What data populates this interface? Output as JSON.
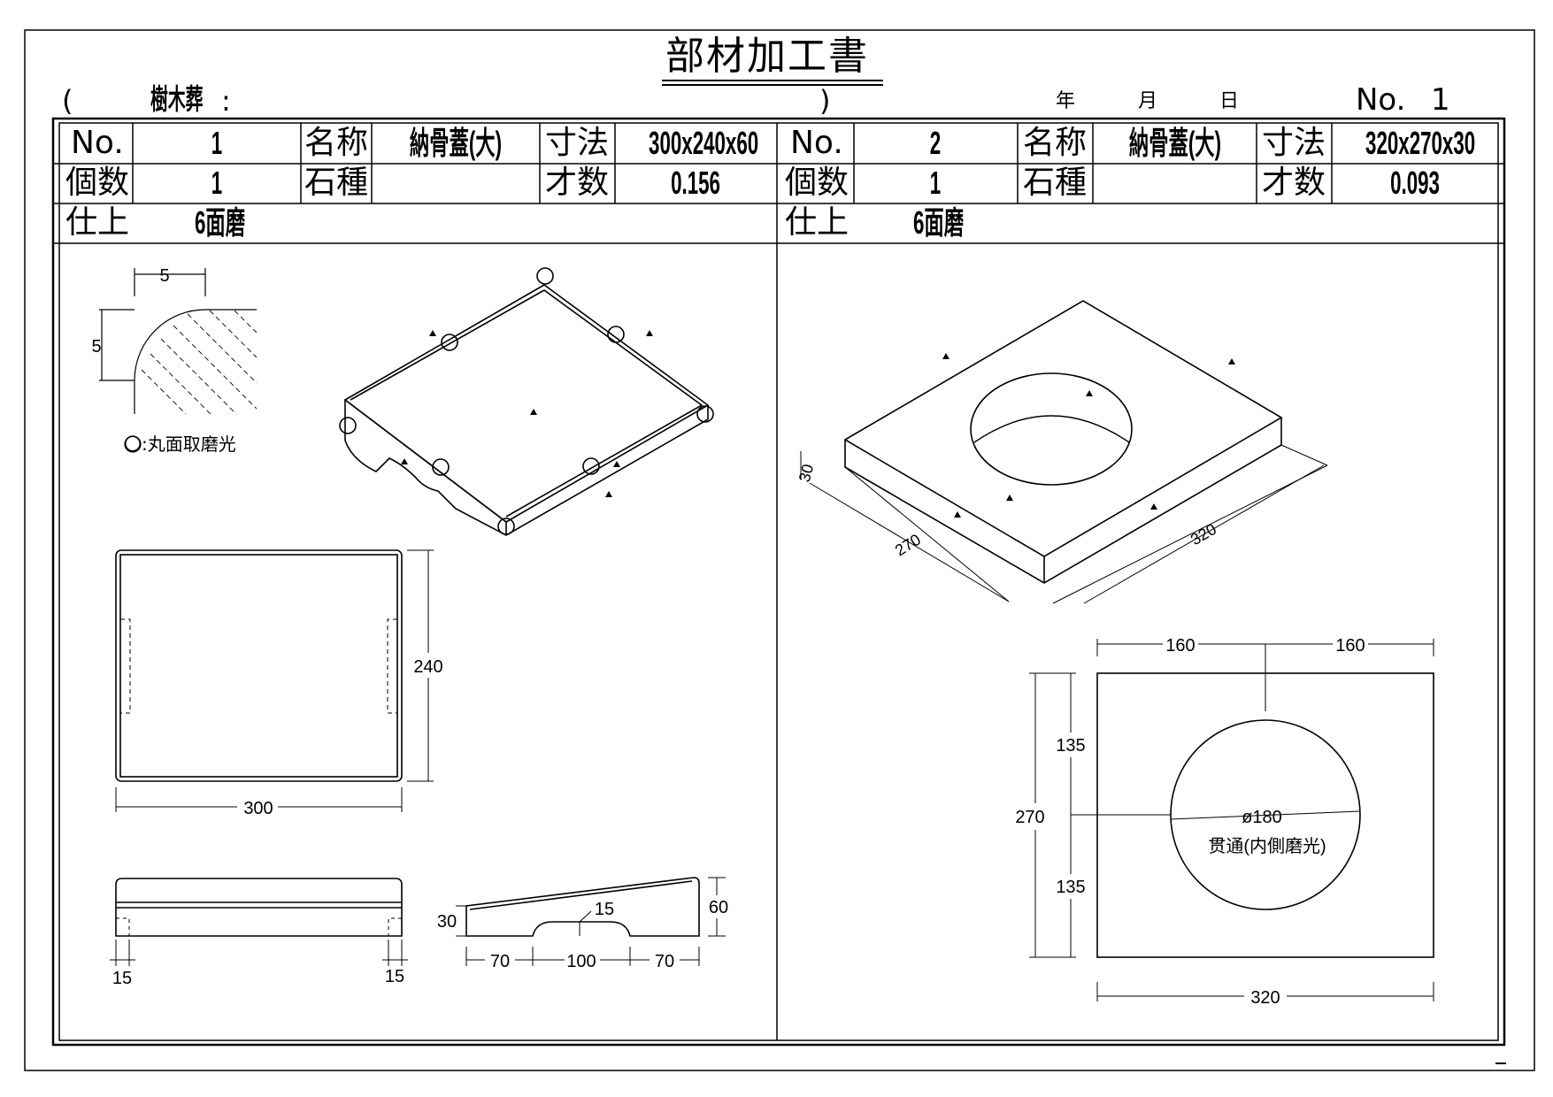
{
  "header": {
    "title": "部材加工書",
    "open_paren": "(",
    "client": "樹木葬",
    "colon": ":",
    "close_paren": ")",
    "year_label": "年",
    "month_label": "月",
    "day_label": "日",
    "sheet_no_label": "No.",
    "sheet_no": "1"
  },
  "labels": {
    "no": "No.",
    "name": "名称",
    "size": "寸法",
    "count": "個数",
    "stone": "石種",
    "volume": "才数",
    "finish": "仕上"
  },
  "parts": [
    {
      "no": "1",
      "name": "納骨蓋(大)",
      "size": "300x240x60",
      "count": "1",
      "stone": "",
      "volume": "0.156",
      "finish": "6面磨"
    },
    {
      "no": "2",
      "name": "納骨蓋(大)",
      "size": "320x270x30",
      "count": "1",
      "stone": "",
      "volume": "0.093",
      "finish": "6面磨"
    }
  ],
  "drawing1": {
    "detail_dim_h": "5",
    "detail_dim_v": "5",
    "legend": "〇:丸面取磨光",
    "plan_width": "300",
    "plan_depth": "240",
    "front_left": "15",
    "front_right": "15",
    "side_height_low": "30",
    "side_height_high": "60",
    "notch_radius": "15",
    "side_seg1": "70",
    "side_seg2": "100",
    "side_seg3": "70"
  },
  "drawing2": {
    "iso_height": "30",
    "iso_depth": "270",
    "iso_width": "320",
    "top_left": "160",
    "top_right": "160",
    "left_total": "270",
    "left_upper": "135",
    "left_lower": "135",
    "hole_dia": "ø180",
    "hole_note": "贯通(内側磨光)",
    "bottom_width": "320"
  }
}
